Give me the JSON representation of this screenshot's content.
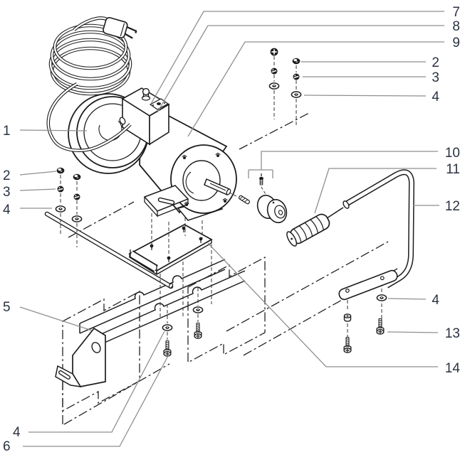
{
  "figure": {
    "type": "exploded-parts-diagram",
    "description": "Exploded view line drawing of an electric motor assembly with power cord, mounting plate, bracket, handle and fasteners",
    "background": "#ffffff"
  },
  "colors": {
    "line": "#1c1c1c",
    "leader": "#8f8f8f",
    "label": "#2a3240",
    "phantom": "#242424"
  },
  "callouts": [
    {
      "label": "7",
      "target": "switch-button"
    },
    {
      "label": "8",
      "target": "switch-plate"
    },
    {
      "label": "9",
      "target": "motor-body"
    },
    {
      "label": "2",
      "target": "nut-upper-right"
    },
    {
      "label": "3",
      "target": "lock-washer-upper-right"
    },
    {
      "label": "4",
      "target": "flat-washer-upper-right"
    },
    {
      "label": "1",
      "target": "power-cord"
    },
    {
      "label": "2",
      "target": "nut-left"
    },
    {
      "label": "3",
      "target": "lock-washer-left"
    },
    {
      "label": "4",
      "target": "flat-washer-left"
    },
    {
      "label": "10",
      "target": "pulley-assembly"
    },
    {
      "label": "11",
      "target": "handle-grip"
    },
    {
      "label": "12",
      "target": "handle-tube"
    },
    {
      "label": "5",
      "target": "mount-bracket"
    },
    {
      "label": "4",
      "target": "flat-washer-handle"
    },
    {
      "label": "13",
      "target": "handle-screw"
    },
    {
      "label": "14",
      "target": "motor-mounting-plate"
    },
    {
      "label": "4",
      "target": "flat-washer-bottom"
    },
    {
      "label": "6",
      "target": "bottom-screw"
    }
  ]
}
